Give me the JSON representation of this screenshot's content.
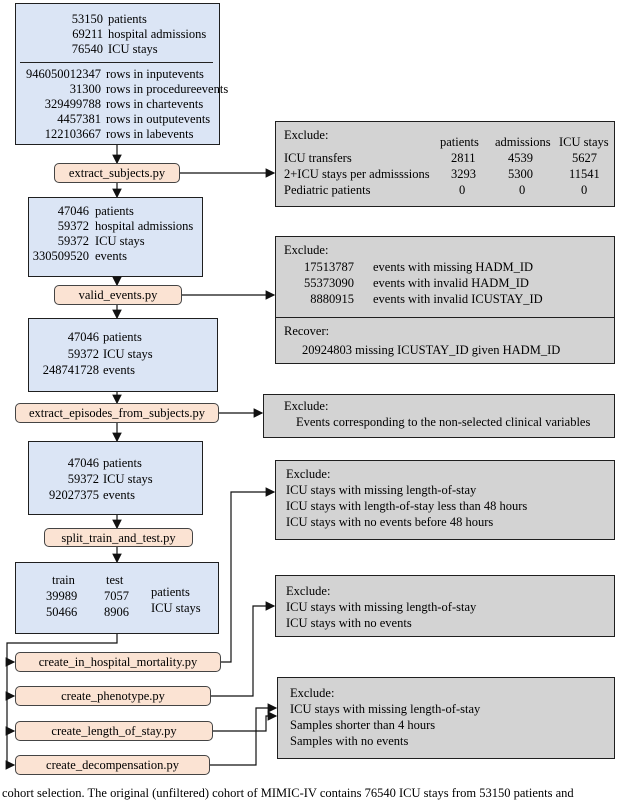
{
  "box1": {
    "stats": [
      {
        "value": "53150",
        "label": "patients"
      },
      {
        "value": "69211",
        "label": "hospital admissions"
      },
      {
        "value": "76540",
        "label": "ICU stays"
      }
    ],
    "events": [
      {
        "value": "946050012347",
        "label": "rows in inputevents"
      },
      {
        "value": "31300",
        "label": "rows in procedureevents"
      },
      {
        "value": "329499788",
        "label": "rows in chartevents"
      },
      {
        "value": "4457381",
        "label": "rows in outputevents"
      },
      {
        "value": "122103667",
        "label": "rows in labevents"
      }
    ]
  },
  "scripts": {
    "s1": "extract_subjects.py",
    "s2": "valid_events.py",
    "s3": "extract_episodes_from_subjects.py",
    "s4": "split_train_and_test.py",
    "s5": "create_in_hospital_mortality.py",
    "s6": "create_phenotype.py",
    "s7": "create_length_of_stay.py",
    "s8": "create_decompensation.py"
  },
  "box2": {
    "stats": [
      {
        "value": "47046",
        "label": "patients"
      },
      {
        "value": "59372",
        "label": "hospital admissions"
      },
      {
        "value": "59372",
        "label": "ICU stays"
      },
      {
        "value": "330509520",
        "label": "events"
      }
    ]
  },
  "box3": {
    "stats": [
      {
        "value": "47046",
        "label": "patients"
      },
      {
        "value": "59372",
        "label": "ICU stays"
      },
      {
        "value": "248741728",
        "label": "events"
      }
    ]
  },
  "box4": {
    "stats": [
      {
        "value": "47046",
        "label": "patients"
      },
      {
        "value": "59372",
        "label": "ICU stays"
      },
      {
        "value": "92027375",
        "label": "events"
      }
    ]
  },
  "box5": {
    "headers": [
      "train",
      "test"
    ],
    "rows": [
      {
        "train": "39989",
        "test": "7057",
        "label": "patients"
      },
      {
        "train": "50466",
        "test": "8906",
        "label": "ICU stays"
      }
    ]
  },
  "g1": {
    "title": "Exclude:",
    "columns": [
      "patients",
      "admissions",
      "ICU stays"
    ],
    "rows": [
      {
        "label": "ICU transfers",
        "values": [
          "2811",
          "4539",
          "5627"
        ]
      },
      {
        "label": "2+ICU stays per admisssions",
        "values": [
          "3293",
          "5300",
          "11541"
        ]
      },
      {
        "label": "Pediatric patients",
        "values": [
          "0",
          "0",
          "0"
        ]
      }
    ]
  },
  "g2": {
    "title": "Exclude:",
    "rows": [
      {
        "value": "17513787",
        "label": "events with missing HADM_ID"
      },
      {
        "value": "55373090",
        "label": "events with invalid HADM_ID"
      },
      {
        "value": "8880915",
        "label": "events with invalid ICUSTAY_ID"
      }
    ],
    "recover_title": "Recover:",
    "recover_text": "20924803 missing ICUSTAY_ID given HADM_ID"
  },
  "g3": {
    "title": "Exclude:",
    "text": "Events corresponding to the non-selected clinical variables"
  },
  "g4": {
    "title": "Exclude:",
    "lines": [
      "ICU stays with missing length-of-stay",
      "ICU stays with length-of-stay less than 48 hours",
      "ICU stays with no events before 48 hours"
    ]
  },
  "g5": {
    "title": "Exclude:",
    "lines": [
      "ICU stays with missing length-of-stay",
      "ICU stays with no events"
    ]
  },
  "g6": {
    "title": "Exclude:",
    "lines": [
      "ICU stays with missing length-of-stay",
      "Samples shorter than 4 hours",
      "Samples with no events"
    ]
  },
  "caption": "cohort selection. The original (unfiltered) cohort of MIMIC-IV contains 76540 ICU stays from 53150 patients and"
}
